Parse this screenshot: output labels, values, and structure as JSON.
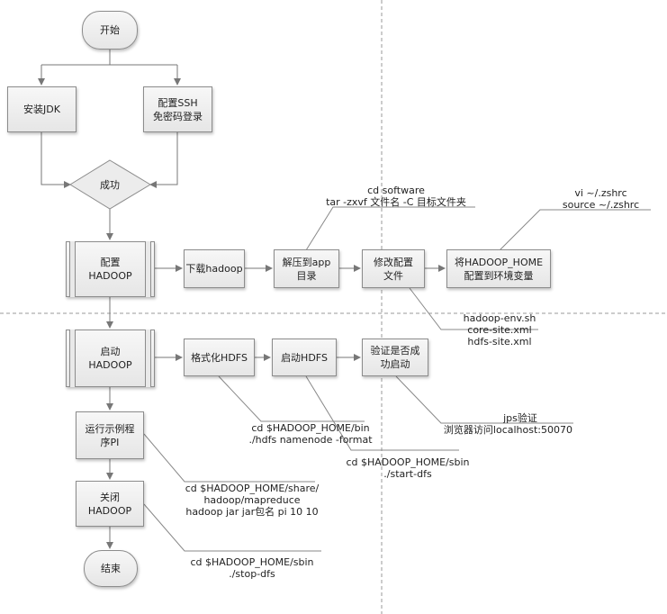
{
  "nodes": {
    "start": "开始",
    "install_jdk": "安装JDK",
    "ssh": [
      "配置SSH",
      "免密码登录"
    ],
    "success": "成功",
    "config_hadoop": [
      "配置",
      "HADOOP"
    ],
    "download": "下载hadoop",
    "unzip": [
      "解压到app",
      "目录"
    ],
    "modify_config": [
      "修改配置",
      "文件"
    ],
    "set_env": [
      "将HADOOP_HOME",
      "配置到环境变量"
    ],
    "start_hadoop": [
      "启动",
      "HADOOP"
    ],
    "format_hdfs": "格式化HDFS",
    "start_hdfs": "启动HDFS",
    "verify": [
      "验证是否成",
      "功启动"
    ],
    "run_pi": [
      "运行示例程",
      "序PI"
    ],
    "stop_hadoop": [
      "关闭",
      "HADOOP"
    ],
    "end": "结束"
  },
  "notes": {
    "unzip_cmd": [
      "cd software",
      "tar -zxvf 文件名 -C 目标文件夹"
    ],
    "env_cmd": [
      "vi ~/.zshrc",
      "source ~/.zshrc"
    ],
    "config_files": [
      "hadoop-env.sh",
      "core-site.xml",
      "hdfs-site.xml"
    ],
    "format_cmd": [
      "cd $HADOOP_HOME/bin",
      "./hdfs namenode -format"
    ],
    "start_cmd": [
      "cd $HADOOP_HOME/sbin",
      "./start-dfs"
    ],
    "verify_cmd": [
      "jps验证",
      "浏览器访问localhost:50070"
    ],
    "pi_cmd": [
      "cd $HADOOP_HOME/share/",
      "hadoop/mapreduce",
      "hadoop jar jar包名 pi 10 10"
    ],
    "stop_cmd": [
      "cd $HADOOP_HOME/sbin",
      "./stop-dfs"
    ]
  }
}
